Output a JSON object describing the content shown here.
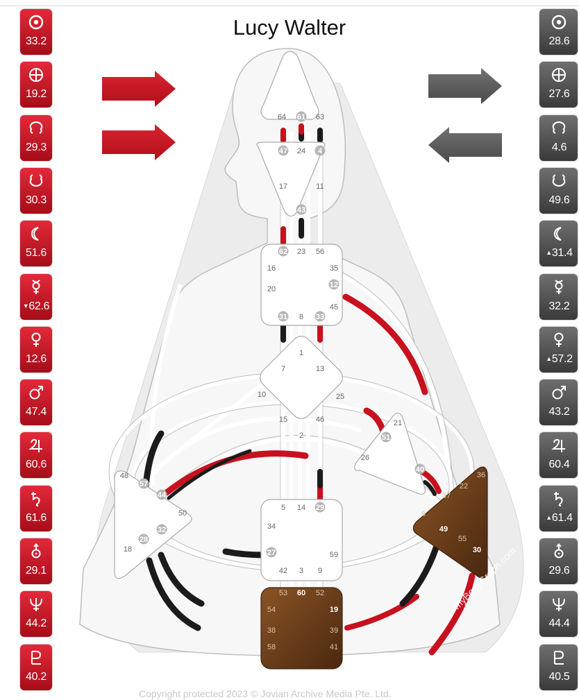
{
  "title": "Lucy Walter",
  "copyright": "Copyright protected 2023 © Jovian Archive Media Pte. Ltd.",
  "watermark": "myBodyGraph.com",
  "colors": {
    "personality_red": "#c8101e",
    "design_black": "#1b1b1b",
    "design_grey": "#555555",
    "defined_brown": "#6b3b17"
  },
  "left_planets": [
    {
      "icon": "sun-icon",
      "value": "33.2"
    },
    {
      "icon": "earth-icon",
      "value": "19.2"
    },
    {
      "icon": "north-node-icon",
      "value": "29.3"
    },
    {
      "icon": "south-node-icon",
      "value": "30.3"
    },
    {
      "icon": "moon-icon",
      "value": "51.6"
    },
    {
      "icon": "mercury-icon",
      "value": "62.6",
      "arrow": "▼"
    },
    {
      "icon": "venus-icon",
      "value": "12.6"
    },
    {
      "icon": "mars-icon",
      "value": "47.4"
    },
    {
      "icon": "jupiter-icon",
      "value": "60.6"
    },
    {
      "icon": "saturn-icon",
      "value": "61.6"
    },
    {
      "icon": "uranus-icon",
      "value": "29.1"
    },
    {
      "icon": "neptune-icon",
      "value": "44.2"
    },
    {
      "icon": "pluto-icon",
      "value": "40.2"
    }
  ],
  "right_planets": [
    {
      "icon": "sun-icon",
      "value": "28.6"
    },
    {
      "icon": "earth-icon",
      "value": "27.6"
    },
    {
      "icon": "north-node-icon",
      "value": "4.6"
    },
    {
      "icon": "south-node-icon",
      "value": "49.6"
    },
    {
      "icon": "moon-icon",
      "value": "31.4",
      "arrow": "▲"
    },
    {
      "icon": "mercury-icon",
      "value": "32.2"
    },
    {
      "icon": "venus-icon",
      "value": "57.2",
      "arrow": "▲"
    },
    {
      "icon": "mars-icon",
      "value": "43.2"
    },
    {
      "icon": "jupiter-icon",
      "value": "60.4"
    },
    {
      "icon": "saturn-icon",
      "value": "61.4",
      "arrow": "▲"
    },
    {
      "icon": "uranus-icon",
      "value": "29.6"
    },
    {
      "icon": "neptune-icon",
      "value": "44.4"
    },
    {
      "icon": "pluto-icon",
      "value": "40.5"
    }
  ],
  "arrows": {
    "left": [
      {
        "direction": "right",
        "color": "red"
      },
      {
        "direction": "right",
        "color": "red"
      }
    ],
    "right": [
      {
        "direction": "right",
        "color": "grey"
      },
      {
        "direction": "left",
        "color": "grey"
      }
    ]
  },
  "gates": {
    "head": [
      "64",
      "61",
      "63"
    ],
    "ajna": [
      "47",
      "24",
      "4",
      "17",
      "11",
      "43"
    ],
    "throat": [
      "62",
      "23",
      "56",
      "16",
      "35",
      "20",
      "12",
      "45",
      "31",
      "8",
      "33"
    ],
    "g": [
      "1",
      "7",
      "13",
      "10",
      "25",
      "15",
      "46",
      "2"
    ],
    "ego": [
      "21",
      "51",
      "26",
      "40"
    ],
    "spleen": [
      "48",
      "57",
      "44",
      "50",
      "32",
      "28",
      "18"
    ],
    "sacral": [
      "5",
      "14",
      "29",
      "34",
      "27",
      "59",
      "42",
      "3",
      "9"
    ],
    "solar_plexus": [
      "36",
      "22",
      "37",
      "6",
      "49",
      "55",
      "30"
    ],
    "root": [
      "53",
      "60",
      "52",
      "54",
      "19",
      "38",
      "39",
      "58",
      "41"
    ]
  },
  "activated_gates": [
    "61",
    "47",
    "4",
    "43",
    "62",
    "12",
    "31",
    "33",
    "51",
    "40",
    "57",
    "44",
    "32",
    "28",
    "29",
    "27",
    "60",
    "19",
    "49",
    "30"
  ],
  "defined_centers": [
    "solar_plexus",
    "root"
  ]
}
